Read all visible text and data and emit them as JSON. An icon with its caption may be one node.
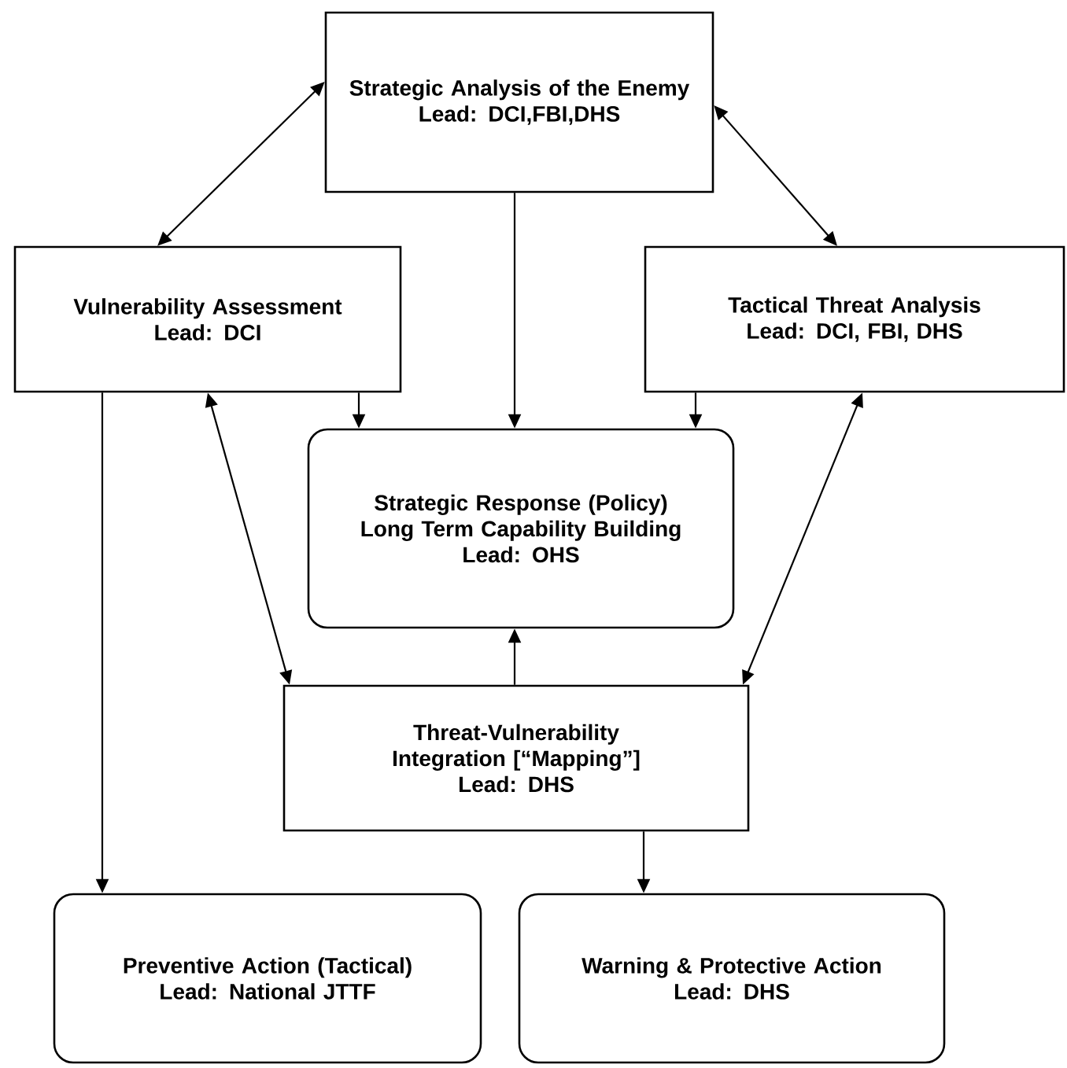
{
  "diagram": {
    "nodes": [
      {
        "text": [
          "Strategic Analysis of the Enemy",
          "Lead: DCI,FBI,DHS"
        ]
      },
      {
        "text": [
          "Vulnerability Assessment",
          "Lead: DCI"
        ]
      },
      {
        "text": [
          "Tactical Threat Analysis",
          "Lead: DCI, FBI, DHS"
        ]
      },
      {
        "text": [
          "Strategic Response (Policy) Long Term Capability Building",
          "Lead: OHS"
        ]
      },
      {
        "text": [
          "Threat-Vulnerability Integration [“Mapping”]",
          "Lead: DHS"
        ]
      },
      {
        "text": [
          "Preventive Action (Tactical)",
          "Lead: National JTTF"
        ]
      },
      {
        "text": [
          "Warning & Protective Action",
          "Lead: DHS"
        ]
      }
    ],
    "edges": [
      {
        "from": 0,
        "to": 1,
        "arrow": "both"
      },
      {
        "from": 0,
        "to": 2,
        "arrow": "both"
      },
      {
        "from": 0,
        "to": 3,
        "arrow": "to"
      },
      {
        "from": 1,
        "to": 3,
        "arrow": "to"
      },
      {
        "from": 2,
        "to": 3,
        "arrow": "to"
      },
      {
        "from": 1,
        "to": 4,
        "arrow": "both"
      },
      {
        "from": 2,
        "to": 4,
        "arrow": "both"
      },
      {
        "from": 4,
        "to": 3,
        "arrow": "to"
      },
      {
        "from": 1,
        "to": 5,
        "arrow": "to"
      },
      {
        "from": 4,
        "to": 6,
        "arrow": "to"
      }
    ]
  }
}
